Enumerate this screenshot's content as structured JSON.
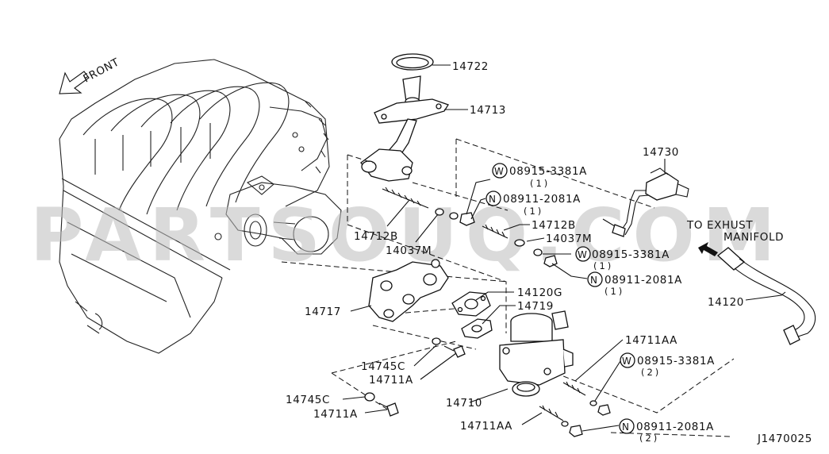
{
  "watermark": "PARTSOUQ.COM",
  "direction": {
    "front": "FRONT",
    "exhaust_line1": "TO EXHUST",
    "exhaust_line2": "MANIFOLD"
  },
  "diagram_code": "J1470025",
  "labels": {
    "l14722": "14722",
    "l14713": "14713",
    "l14730": "14730",
    "w1": "08915-3381A",
    "w1q": "(1)",
    "n1": "08911-2081A",
    "n1q": "(1)",
    "l14712b_a": "14712B",
    "l14712b_b": "14712B",
    "l14037m_a": "14037M",
    "l14037m_b": "14037M",
    "w2": "08915-3381A",
    "w2q": "(1)",
    "n2": "08911-2081A",
    "n2q": "(1)",
    "l14120g": "14120G",
    "l14719": "14719",
    "l14717": "14717",
    "l14120": "14120",
    "l14711aa_a": "14711AA",
    "w3": "08915-3381A",
    "w3q": "(2)",
    "l14745c_a": "14745C",
    "l14711a_a": "14711A",
    "l14710": "14710",
    "l14745c_b": "14745C",
    "l14711a_b": "14711A",
    "l14711aa_b": "14711AA",
    "n3": "08911-2081A",
    "n3q": "(2)"
  },
  "symbols": {
    "washer": "W",
    "nut": "N"
  }
}
